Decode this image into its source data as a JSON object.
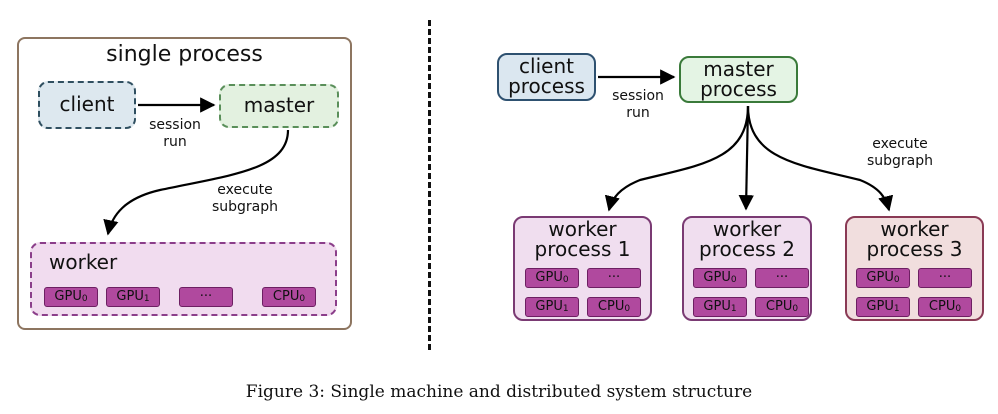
{
  "left_panel": {
    "title": "single process",
    "client": "client",
    "master": "master",
    "worker": "worker",
    "edge_client_master": [
      "session",
      "run"
    ],
    "edge_master_worker": [
      "execute",
      "subgraph"
    ],
    "devices": [
      {
        "name": "GPU",
        "sub": "0"
      },
      {
        "name": "GPU",
        "sub": "1"
      },
      {
        "name": "···",
        "sub": ""
      },
      {
        "name": "CPU",
        "sub": "0"
      }
    ]
  },
  "right_panel": {
    "client": [
      "client",
      "process"
    ],
    "master": [
      "master",
      "process"
    ],
    "edge_client_master": [
      "session",
      "run"
    ],
    "edge_master_workers": [
      "execute",
      "subgraph"
    ],
    "workers": [
      {
        "line1": "worker",
        "line2": "process 1"
      },
      {
        "line1": "worker",
        "line2": "process 2"
      },
      {
        "line1": "worker",
        "line2": "process 3"
      }
    ],
    "devices": [
      {
        "name": "GPU",
        "sub": "0"
      },
      {
        "name": "···",
        "sub": ""
      },
      {
        "name": "GPU",
        "sub": "1"
      },
      {
        "name": "CPU",
        "sub": "0"
      }
    ]
  },
  "caption": "Figure 3: Single machine and distributed system structure",
  "colors": {
    "client_fill": "#dde8ef",
    "master_fill": "#e3f1e0",
    "worker_fill": "#f1dcef",
    "device_fill": "#b0499e",
    "panel_border": "#8d7560"
  }
}
